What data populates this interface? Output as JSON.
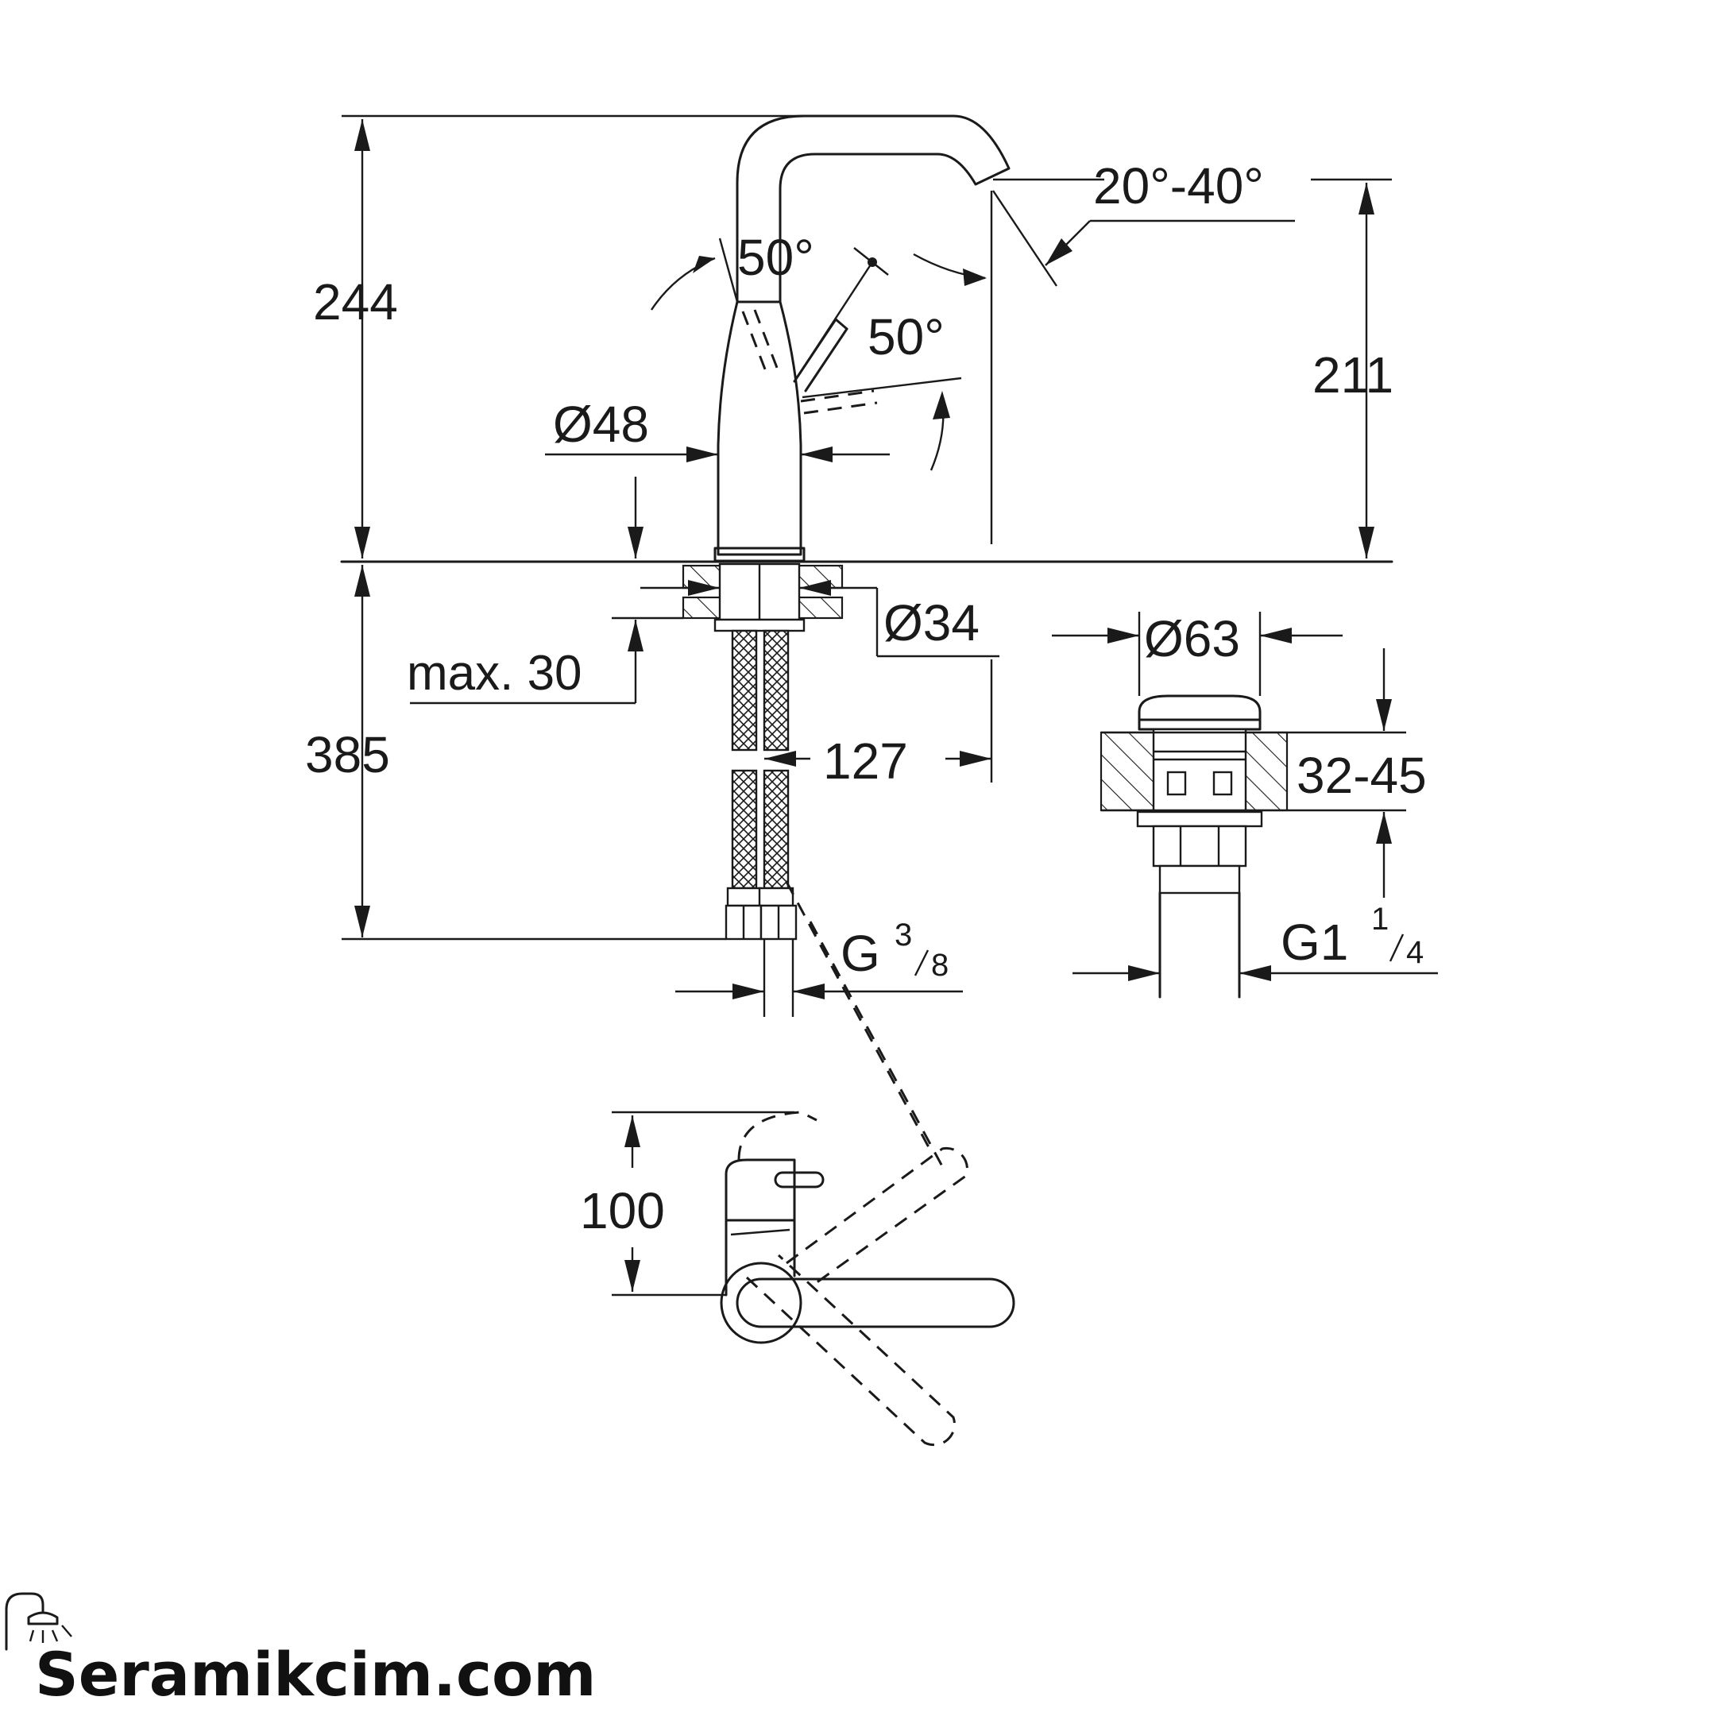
{
  "dimensions": {
    "total_height": "244",
    "spout_height": "211",
    "spout_angle": "20°-40°",
    "lever_angle_left": "50°",
    "lever_angle_right": "50°",
    "body_diameter": "Ø48",
    "shank_diameter": "Ø34",
    "max_deck": "max. 30",
    "hose_length": "385",
    "spout_reach": "127",
    "connection_thread": "G",
    "connection_num": "3",
    "connection_den": "8",
    "waste_diameter": "Ø63",
    "waste_range": "32-45",
    "waste_thread": "G1",
    "waste_num": "1",
    "waste_den": "4",
    "plan_depth": "100"
  },
  "brand": {
    "name": "Seramikcim.com",
    "logo_icon": "shower-head-icon"
  },
  "colors": {
    "line": "#1a1a1a",
    "background": "#ffffff"
  }
}
